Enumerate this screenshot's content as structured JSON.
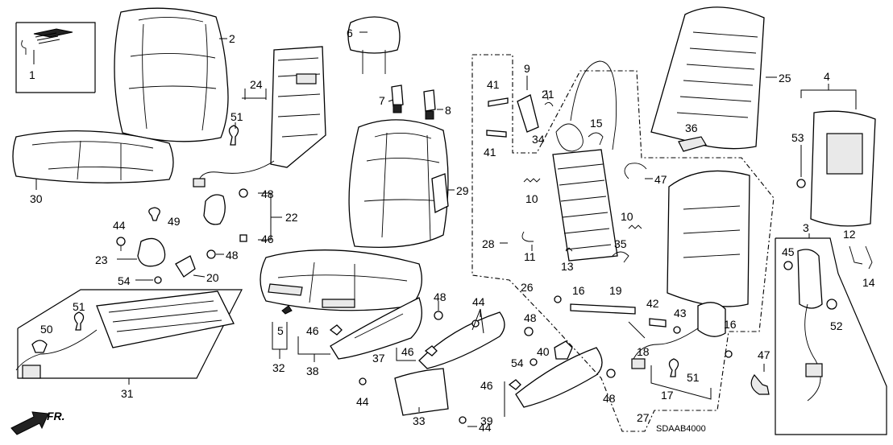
{
  "diagram": {
    "title": "Front Seat Parts Diagram",
    "diagram_code": "SDAAB4000",
    "direction_label": "FR.",
    "callouts": {
      "c1": "1",
      "c2": "2",
      "c3": "3",
      "c4": "4",
      "c5": "5",
      "c6": "6",
      "c7": "7",
      "c8": "8",
      "c9": "9",
      "c10a": "10",
      "c10b": "10",
      "c11": "11",
      "c12": "12",
      "c13": "13",
      "c14": "14",
      "c15": "15",
      "c16a": "16",
      "c16b": "16",
      "c17": "17",
      "c18": "18",
      "c19": "19",
      "c20": "20",
      "c21": "21",
      "c22": "22",
      "c23": "23",
      "c24": "24",
      "c25": "25",
      "c26": "26",
      "c27": "27",
      "c28": "28",
      "c29": "29",
      "c30": "30",
      "c31": "31",
      "c32": "32",
      "c33": "33",
      "c34": "34",
      "c35": "35",
      "c36": "36",
      "c37": "37",
      "c38": "38",
      "c39": "39",
      "c40": "40",
      "c41a": "41",
      "c41b": "41",
      "c42": "42",
      "c43": "43",
      "c44a": "44",
      "c44b": "44",
      "c44c": "44",
      "c44d": "44",
      "c45": "45",
      "c46a": "46",
      "c46b": "46",
      "c46c": "46",
      "c46d": "46",
      "c47a": "47",
      "c47b": "47",
      "c48a": "48",
      "c48b": "48",
      "c48c": "48",
      "c48d": "48",
      "c48e": "48",
      "c49": "49",
      "c50": "50",
      "c51a": "51",
      "c51b": "51",
      "c51c": "51",
      "c52": "52",
      "c53": "53",
      "c54a": "54",
      "c54b": "54"
    }
  }
}
